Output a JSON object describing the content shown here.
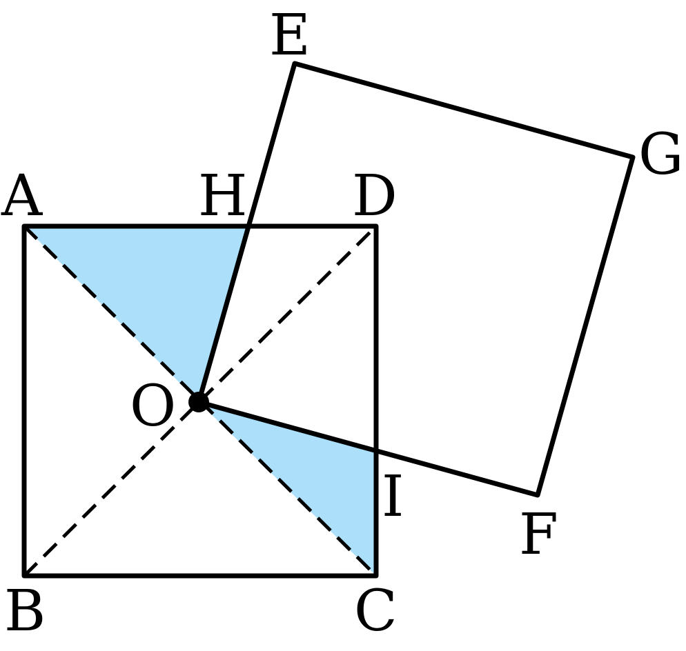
{
  "labels": {
    "A": "A",
    "H": "H",
    "D": "D",
    "E": "E",
    "G": "G",
    "O": "O",
    "I": "I",
    "F": "F",
    "B": "B",
    "C": "C"
  },
  "colors": {
    "shade": "#abdffa",
    "stroke": "#000000"
  }
}
